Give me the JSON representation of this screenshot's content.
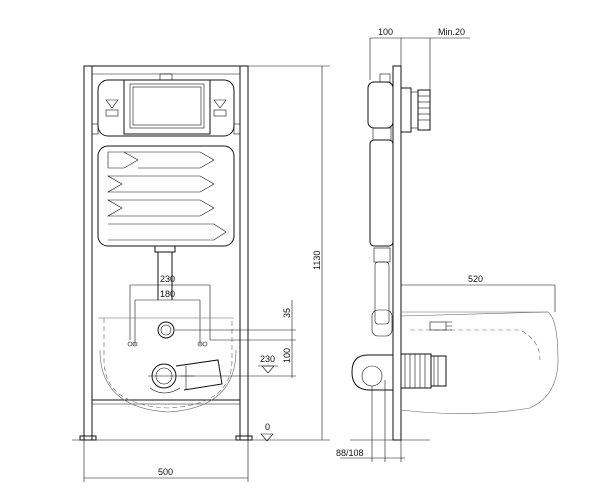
{
  "front_view": {
    "dim_width": "500",
    "dim_height": "1130",
    "dim_outlet_outer": "230",
    "dim_outlet_inner": "180",
    "dim_offset_small": "35",
    "dim_offset_mid": "100",
    "dim_drain_height": "230",
    "dim_floor": "0"
  },
  "side_view": {
    "dim_frame_depth": "100",
    "dim_min_gap": "Min.20",
    "dim_pan_depth": "520",
    "dim_pipe_offset": "88/108"
  }
}
